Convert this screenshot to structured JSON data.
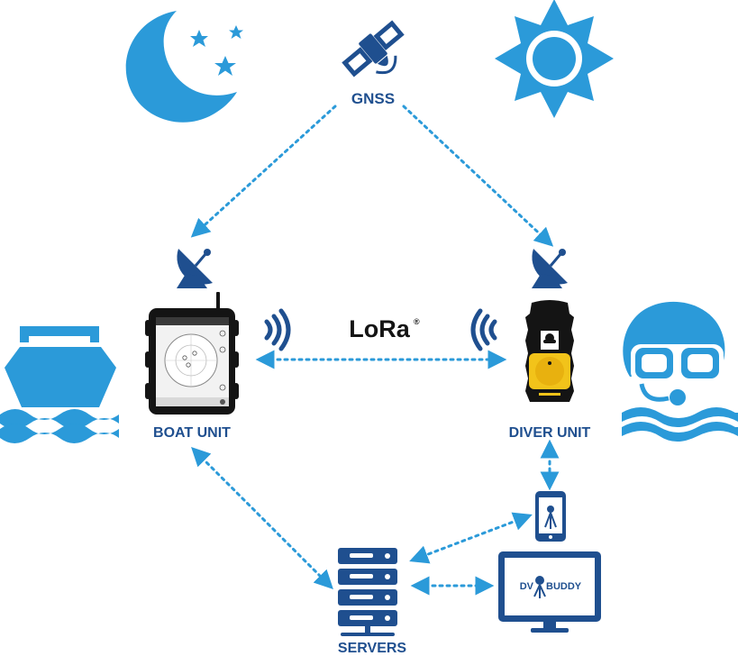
{
  "labels": {
    "gnss": "GNSS",
    "lora": "LoRa",
    "lora_mark": "®",
    "boat_unit": "BOAT UNIT",
    "diver_unit": "DIVER UNIT",
    "servers": "SERVERS"
  },
  "brand": {
    "logo_left": "DV",
    "logo_right": "BUDDY"
  },
  "icons": {
    "night": "moon-stars-icon",
    "day": "sun-icon",
    "satellite": "satellite-icon",
    "boat_antenna": "satellite-dish-icon",
    "diver_antenna": "satellite-dish-icon",
    "boat": "boat-icon",
    "diver": "diver-icon",
    "signal_left": "radio-waves-icon",
    "signal_right": "radio-waves-icon",
    "servers": "server-rack-icon",
    "phone": "smartphone-icon",
    "monitor": "monitor-icon"
  },
  "colors": {
    "light_blue": "#2b9ad9",
    "dark_blue": "#1f4f8f",
    "device_black": "#141414",
    "diver_yellow": "#f2c31a"
  }
}
